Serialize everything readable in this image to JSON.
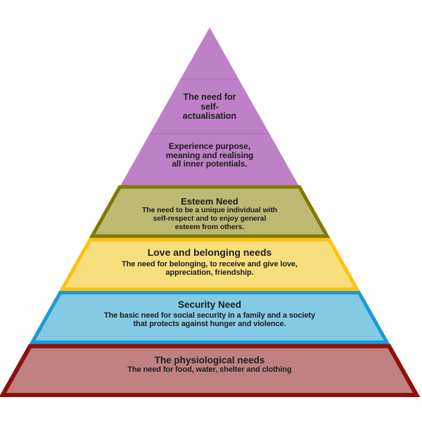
{
  "diagram": {
    "kind": "needs-pyramid",
    "background_color": "#ffffff",
    "text_color": "#1e1e1e"
  },
  "levels": [
    {
      "id": "self_actualisation",
      "title": "The need for\nself-\nactualisation",
      "body": "Experience purpose,\nmeaning and realising\nall inner potentials.",
      "colors": {
        "fill": "#be80c6",
        "border": "#be80c6",
        "divider": "#aa72b4"
      }
    },
    {
      "id": "esteem",
      "title": "Esteem Need",
      "body": "The need to be a unique individual with\nself-respect and to enjoy general\nesteem from others.",
      "colors": {
        "fill": "#bcb973",
        "border": "#7e7b04"
      }
    },
    {
      "id": "love_belonging",
      "title": "Love and belonging needs",
      "body": "The need for belonging, to receive and give love,\nappreciation, friendship.",
      "colors": {
        "fill": "#f8df7e",
        "border": "#ffc20e"
      }
    },
    {
      "id": "security",
      "title": "Security Need",
      "body": "The basic need for social security in a family and a society\nthat protects against hunger and violence.",
      "colors": {
        "fill": "#85cae4",
        "border": "#1b9bd4"
      }
    },
    {
      "id": "physiological",
      "title": "The physiological needs",
      "body": "The need for food, water, shelter and clothing",
      "colors": {
        "fill": "#c08080",
        "border": "#8d100c"
      }
    }
  ]
}
